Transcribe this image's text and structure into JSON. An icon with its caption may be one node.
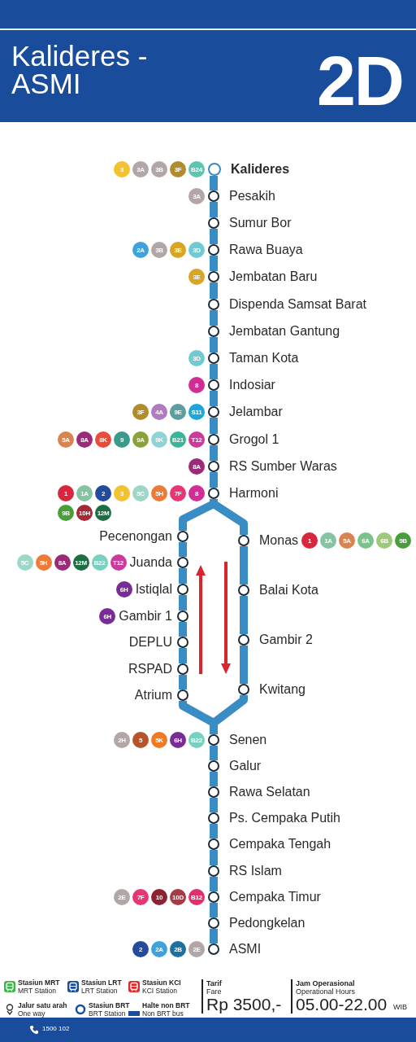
{
  "diagram": {
    "title": "Kalideres - ASMI",
    "nodes": [
      {
        "text": [
          "Kalideres"
        ]
      },
      {
        "text": [
          "Pesakih"
        ]
      },
      {
        "text": [
          "Sumur Bor"
        ]
      },
      {
        "text": [
          "Rawa Buaya"
        ]
      },
      {
        "text": [
          "Jembatan Baru"
        ]
      },
      {
        "text": [
          "Dispenda Samsat Barat"
        ]
      },
      {
        "text": [
          "Jembatan Gantung"
        ]
      },
      {
        "text": [
          "Taman Kota"
        ]
      },
      {
        "text": [
          "Indosiar"
        ]
      },
      {
        "text": [
          "Jelambar"
        ]
      },
      {
        "text": [
          "Grogol 1"
        ]
      },
      {
        "text": [
          "RS Sumber Waras"
        ]
      },
      {
        "text": [
          "Harmoni"
        ]
      },
      {
        "text": [
          "Pecenongan"
        ]
      },
      {
        "text": [
          "Monas"
        ]
      },
      {
        "text": [
          "Juanda"
        ]
      },
      {
        "text": [
          "Istiqlal"
        ]
      },
      {
        "text": [
          "Balai Kota"
        ]
      },
      {
        "text": [
          "Gambir 1"
        ]
      },
      {
        "text": [
          "DEPLU"
        ]
      },
      {
        "text": [
          "Gambir 2"
        ]
      },
      {
        "text": [
          "RSPAD"
        ]
      },
      {
        "text": [
          "Kwitang"
        ]
      },
      {
        "text": [
          "Atrium"
        ]
      },
      {
        "text": [
          "Senen"
        ]
      },
      {
        "text": [
          "Galur"
        ]
      },
      {
        "text": [
          "Rawa Selatan"
        ]
      },
      {
        "text": [
          "Ps. Cempaka Putih"
        ]
      },
      {
        "text": [
          "Cempaka Tengah"
        ]
      },
      {
        "text": [
          "RS Islam"
        ]
      },
      {
        "text": [
          "Cempaka Timur"
        ]
      },
      {
        "text": [
          "Pedongkelan"
        ]
      },
      {
        "text": [
          "ASMI"
        ]
      },
      {
        "text": [
          "3"
        ]
      },
      {
        "text": [
          "3A"
        ]
      },
      {
        "text": [
          "3B"
        ]
      },
      {
        "text": [
          "3F"
        ]
      },
      {
        "text": [
          "B24"
        ]
      },
      {
        "text": [
          "3A"
        ]
      },
      {
        "text": [
          "2A"
        ]
      },
      {
        "text": [
          "3B"
        ]
      },
      {
        "text": [
          "3E"
        ]
      },
      {
        "text": [
          "3D"
        ]
      },
      {
        "text": [
          "3E"
        ]
      },
      {
        "text": [
          "3D"
        ]
      },
      {
        "text": [
          "8"
        ]
      },
      {
        "text": [
          "3F"
        ]
      },
      {
        "text": [
          "4A"
        ]
      },
      {
        "text": [
          "9E"
        ]
      },
      {
        "text": [
          "S11"
        ]
      },
      {
        "text": [
          "5A"
        ]
      },
      {
        "text": [
          "8A"
        ]
      },
      {
        "text": [
          "8K"
        ]
      },
      {
        "text": [
          "9"
        ]
      },
      {
        "text": [
          "9A"
        ]
      },
      {
        "text": [
          "9K"
        ]
      },
      {
        "text": [
          "B21"
        ]
      },
      {
        "text": [
          "T12"
        ]
      },
      {
        "text": [
          "8A"
        ]
      },
      {
        "text": [
          "1"
        ]
      },
      {
        "text": [
          "1A"
        ]
      },
      {
        "text": [
          "2"
        ]
      },
      {
        "text": [
          "3"
        ]
      },
      {
        "text": [
          "5C"
        ]
      },
      {
        "text": [
          "5H"
        ]
      },
      {
        "text": [
          "7F"
        ]
      },
      {
        "text": [
          "8"
        ]
      },
      {
        "text": [
          "9B"
        ]
      },
      {
        "text": [
          "10H"
        ]
      },
      {
        "text": [
          "12M"
        ]
      },
      {
        "text": [
          "1"
        ]
      },
      {
        "text": [
          "1A"
        ]
      },
      {
        "text": [
          "5A"
        ]
      },
      {
        "text": [
          "6A"
        ]
      },
      {
        "text": [
          "6B"
        ]
      },
      {
        "text": [
          "9B"
        ]
      },
      {
        "text": [
          "5C"
        ]
      },
      {
        "text": [
          "5H"
        ]
      },
      {
        "text": [
          "8A"
        ]
      },
      {
        "text": [
          "12M"
        ]
      },
      {
        "text": [
          "B22"
        ]
      },
      {
        "text": [
          "T12"
        ]
      },
      {
        "text": [
          "6H"
        ]
      },
      {
        "text": [
          "6H"
        ]
      },
      {
        "text": [
          "2H"
        ]
      },
      {
        "text": [
          "5"
        ]
      },
      {
        "text": [
          "5K"
        ]
      },
      {
        "text": [
          "6H"
        ]
      },
      {
        "text": [
          "B22"
        ]
      },
      {
        "text": [
          "2E"
        ]
      },
      {
        "text": [
          "7F"
        ]
      },
      {
        "text": [
          "10"
        ]
      },
      {
        "text": [
          "10D"
        ]
      },
      {
        "text": [
          "B12"
        ]
      },
      {
        "text": [
          "2"
        ]
      },
      {
        "text": [
          "2A"
        ]
      },
      {
        "text": [
          "2B"
        ]
      },
      {
        "text": [
          "2E"
        ]
      }
    ],
    "edges": [
      {
        "from": 0,
        "to": 1,
        "arrow": "none"
      },
      {
        "from": 1,
        "to": 2,
        "arrow": "none"
      },
      {
        "from": 2,
        "to": 3,
        "arrow": "none"
      },
      {
        "from": 3,
        "to": 4,
        "arrow": "none"
      },
      {
        "from": 4,
        "to": 5,
        "arrow": "none"
      },
      {
        "from": 5,
        "to": 6,
        "arrow": "none"
      },
      {
        "from": 6,
        "to": 7,
        "arrow": "none"
      },
      {
        "from": 7,
        "to": 8,
        "arrow": "none"
      },
      {
        "from": 8,
        "to": 9,
        "arrow": "none"
      },
      {
        "from": 9,
        "to": 10,
        "arrow": "none"
      },
      {
        "from": 10,
        "to": 11,
        "arrow": "none"
      },
      {
        "from": 11,
        "to": 12,
        "arrow": "none"
      },
      {
        "from": 12,
        "to": 13,
        "arrow": "none"
      },
      {
        "from": 13,
        "to": 15,
        "arrow": "none"
      },
      {
        "from": 15,
        "to": 16,
        "arrow": "none"
      },
      {
        "from": 16,
        "to": 18,
        "arrow": "none"
      },
      {
        "from": 18,
        "to": 19,
        "arrow": "none"
      },
      {
        "from": 19,
        "to": 21,
        "arrow": "none"
      },
      {
        "from": 21,
        "to": 23,
        "arrow": "none"
      },
      {
        "from": 23,
        "to": 24,
        "arrow": "none"
      },
      {
        "from": 12,
        "to": 14,
        "arrow": "none"
      },
      {
        "from": 14,
        "to": 17,
        "arrow": "none"
      },
      {
        "from": 17,
        "to": 20,
        "arrow": "none"
      },
      {
        "from": 20,
        "to": 22,
        "arrow": "none"
      },
      {
        "from": 22,
        "to": 24,
        "arrow": "none"
      },
      {
        "from": 24,
        "to": 25,
        "arrow": "none"
      },
      {
        "from": 25,
        "to": 26,
        "arrow": "none"
      },
      {
        "from": 26,
        "to": 27,
        "arrow": "none"
      },
      {
        "from": 27,
        "to": 28,
        "arrow": "none"
      },
      {
        "from": 28,
        "to": 29,
        "arrow": "none"
      },
      {
        "from": 29,
        "to": 30,
        "arrow": "none"
      },
      {
        "from": 30,
        "to": 31,
        "arrow": "none"
      },
      {
        "from": 31,
        "to": 32,
        "arrow": "none"
      }
    ],
    "labels": [
      "2D",
      "Tarif",
      "Fare",
      "Rp 3500,-",
      "Jam Operasional",
      "Operational Hours",
      "05.00-22.00",
      "WIB",
      "1500 102"
    ],
    "legend": [
      {
        "text": "**Stasiun MRT** MRT Station"
      },
      {
        "text": "**Stasiun LRT** LRT Station"
      },
      {
        "text": "**Stasiun KCI** KCI Station"
      },
      {
        "text": "**Jalur satu arah** One way"
      },
      {
        "text": "**Stasiun BRT** BRT Station"
      },
      {
        "text": "**Halte non BRT** Non BRT bus stop",
        "color": "#1a4c9c"
      }
    ]
  }
}
